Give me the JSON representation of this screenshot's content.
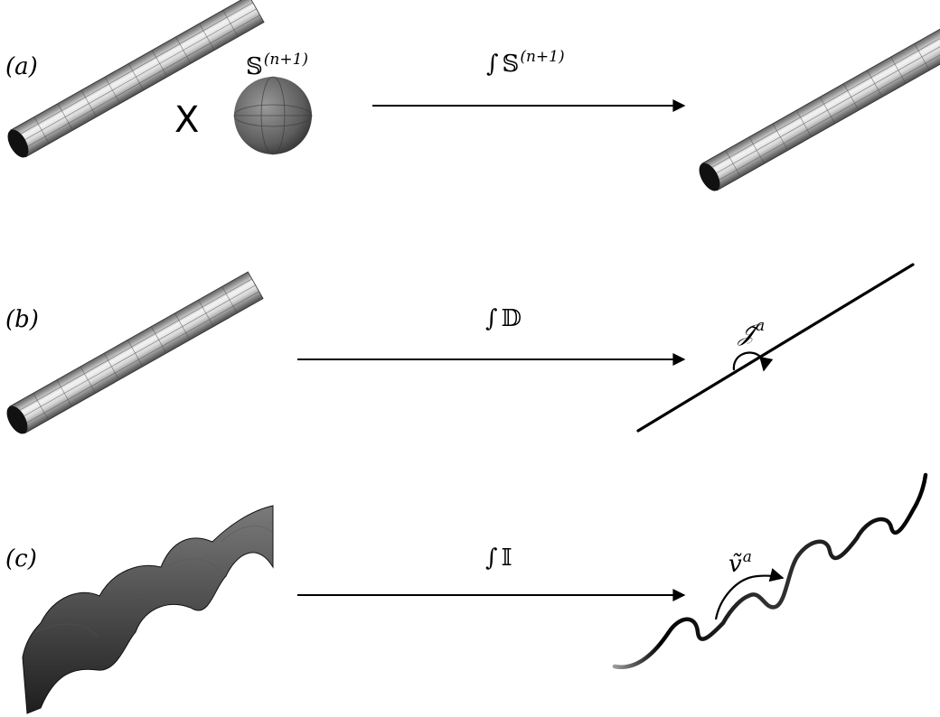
{
  "panels": [
    {
      "label": "(a)",
      "operator_prefix": "∫",
      "operator_symbol": "𝕊",
      "operator_sup": "(n+1)",
      "sphere_symbol": "𝕊",
      "sphere_sup": "(n+1)",
      "cross_symbol": "X"
    },
    {
      "label": "(b)",
      "operator_prefix": "∫",
      "operator_symbol": "𝔻",
      "annotation_base": "𝒥̃",
      "annotation_sup": "a"
    },
    {
      "label": "(c)",
      "operator_prefix": "∫",
      "operator_symbol": "𝕀",
      "annotation_base": "ṽ",
      "annotation_sup": "a"
    }
  ],
  "colors": {
    "ink": "#000000",
    "tube_light": "#f2f2f2",
    "tube_dark": "#5a5a5a",
    "sphere": "#6e6e6e"
  }
}
